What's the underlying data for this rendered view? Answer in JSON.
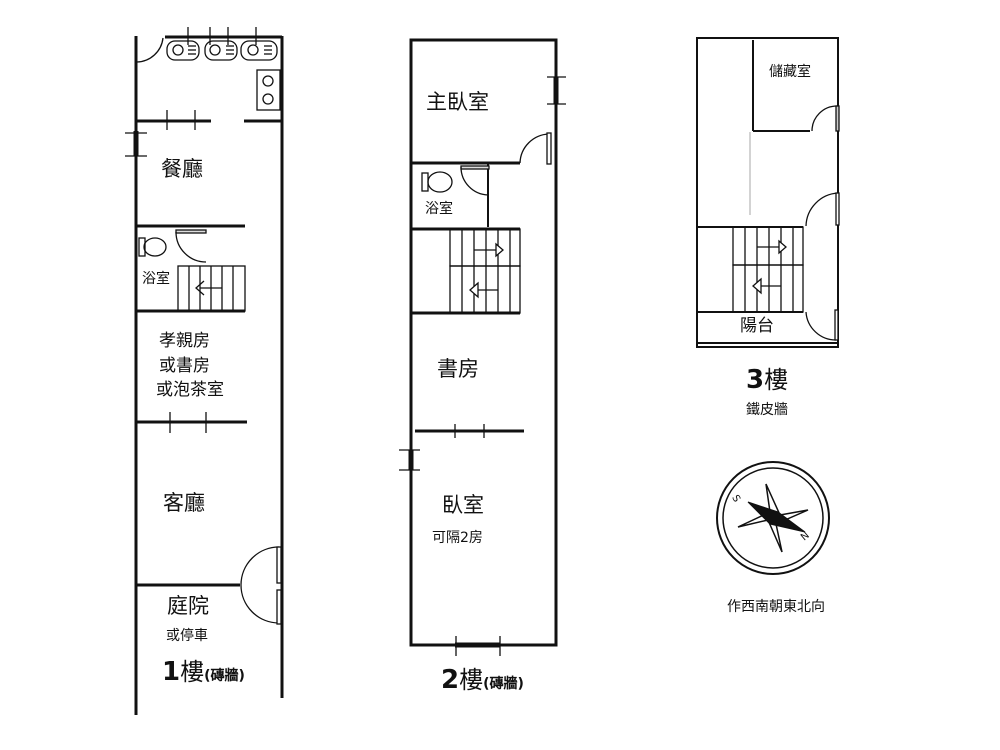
{
  "floors": [
    {
      "id": "1F",
      "title_number": "1",
      "title_suffix": "樓",
      "wall_note": "(磚牆)",
      "rooms": {
        "dining": "餐廳",
        "bathroom": "浴室",
        "multi_room_line1": "孝親房",
        "multi_room_line2": "或書房",
        "multi_room_line3": "或泡茶室",
        "living": "客廳",
        "courtyard": "庭院",
        "courtyard_note": "或停車"
      }
    },
    {
      "id": "2F",
      "title_number": "2",
      "title_suffix": "樓",
      "wall_note": "(磚牆)",
      "rooms": {
        "master_bedroom": "主臥室",
        "bathroom": "浴室",
        "study": "書房",
        "bedroom": "臥室",
        "bedroom_note": "可隔2房"
      }
    },
    {
      "id": "3F",
      "title_number": "3",
      "title_suffix": "樓",
      "wall_note": "鐵皮牆",
      "rooms": {
        "storage": "儲藏室",
        "balcony": "陽台"
      }
    }
  ],
  "compass": {
    "north_label": "N",
    "south_label": "S",
    "orientation_text": "作西南朝東北向"
  }
}
